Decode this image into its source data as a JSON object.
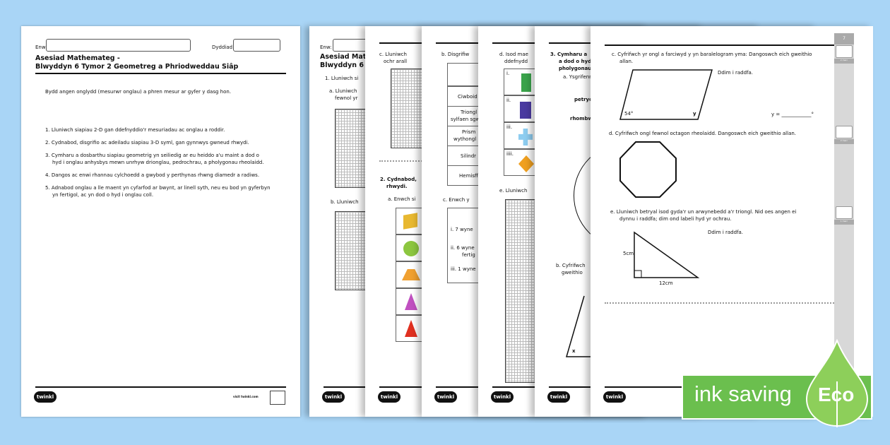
{
  "cover": {
    "name_label": "Enw:",
    "date_label": "Dyddiad:",
    "title_line1": "Asesiad Mathemateg -",
    "title_line2": "Blwyddyn 6 Tymor 2 Geometreg a Phriodweddau Siâp",
    "intro": "Bydd angen onglydd (mesurwr onglau) a phren mesur ar gyfer y dasg hon.",
    "objectives": [
      {
        "num": "1.",
        "text": "Lluniwch siapiau 2-D gan ddefnyddio'r mesuriadau ac onglau a roddir."
      },
      {
        "num": "2.",
        "text": "Cydnabod, disgrifio ac adeiladu siapiau 3-D syml, gan gynnwys gwneud rhwydi."
      },
      {
        "num": "3.",
        "text": "Cymharu a dosbarthu siapiau geometrig yn seiliedig ar eu heiddo a'u maint a dod o",
        "text2": "hyd i onglau anhysbys mewn unrhyw drionglau, pedrochrau, a pholygonau rheolaidd."
      },
      {
        "num": "4.",
        "text": "Dangos ac enwi rhannau cylchoedd a gwybod y perthynas rhwng diamedr a radiws."
      },
      {
        "num": "5.",
        "text": "Adnabod onglau a lle maent yn cyfarfod ar bwynt, ar linell syth, neu eu bod yn gyferbyn",
        "text2": "yn fertigol, ac yn dod o hyd i onglau coll."
      }
    ],
    "footer_logo": "twinkl",
    "footer_link": "visit twinkl.com"
  },
  "page2": {
    "name_label": "Enw:",
    "title1": "Asesiad Mat",
    "title2": "Blwyddyn 6",
    "q1": "1. Lluniwch si",
    "qa": "a. Lluniwch",
    "qa2": "fewnol yr",
    "qb": "b. Lluniwch"
  },
  "page3": {
    "qc": "c. Lluniwch",
    "qc2": "ochr arall",
    "q2": "2. Cydnabod,",
    "q2b": "rhwydi.",
    "qa": "a. Enwch si"
  },
  "page4": {
    "qb": "b. Disgrifiw",
    "rows": [
      "Ciwboid",
      "Triongl",
      "sylfaen sgw",
      "Prism",
      "wythongl",
      "Silindr",
      "Hemisffe"
    ],
    "qc": "c. Enwch y",
    "items": [
      "i.  7 wyne",
      "ii.  6 wyne",
      "fertig",
      "iii.  1 wyne"
    ]
  },
  "page5": {
    "qd": "d. Isod mae",
    "qd2": "ddefnydd",
    "labels": [
      "i.",
      "ii.",
      "iii.",
      "iiii."
    ],
    "qe": "e. Lluniwch"
  },
  "page6": {
    "q3": "3. Cymharu a",
    "q3b": "a dod o hyd",
    "q3c": "pholygonau",
    "qa": "a. Ysgrifenn",
    "w1": "petryo",
    "w2": "rhombw",
    "qb": "b. Cyfrifwch",
    "qb2": "gweithio",
    "x": "x"
  },
  "page7": {
    "page_num": "7",
    "qc": "c.  Cyfrifwch yr ongl a farciwyd y yn baralelogram yma: Dangoswch eich gweithio",
    "qc2": "allan.",
    "not_to_scale": "Ddim i raddfa.",
    "angle": "54°",
    "y_label": "y",
    "answer": "y = ____________°",
    "qd": "d.  Cyfrifwch ongl fewnol octagon rheolaidd. Dangoswch eich gweithio allan.",
    "qe": "e.  Lluniwch betryal isod gyda'r un arwynebedd a'r triongl. Nid oes angen ei",
    "qe2": "dynnu i raddfa; dim ond labeli hyd yr ochrau.",
    "side_a": "5cm",
    "side_b": "12cm",
    "marks": [
      "2 marc",
      "2 marc",
      "1 marc"
    ]
  },
  "badge": {
    "text": "ink saving",
    "label": "Eco",
    "color": "#6bbf4e"
  }
}
